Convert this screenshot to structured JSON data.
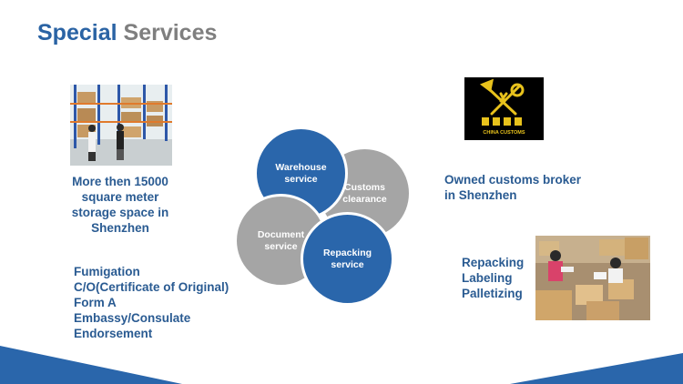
{
  "title": {
    "part1": "Special",
    "part2": "Services"
  },
  "left": {
    "storage_caption": [
      "More then 15000",
      "square meter",
      "storage space in",
      "Shenzhen"
    ],
    "service_list": [
      "Fumigation",
      "C/O(Certificate of Original)",
      "Form A",
      "Embassy/Consulate",
      "Endorsement"
    ]
  },
  "center": {
    "circles": [
      {
        "line1": "Warehouse",
        "line2": "service",
        "color": "#2a66ab"
      },
      {
        "line1": "Customs",
        "line2": "clearance",
        "color": "#a5a5a5"
      },
      {
        "line1": "Document",
        "line2": "service",
        "color": "#a5a5a5"
      },
      {
        "line1": "Repacking",
        "line2": "service",
        "color": "#2a66ab"
      }
    ]
  },
  "right": {
    "customs_logo_text": "CHINA CUSTOMS",
    "broker_caption": [
      "Owned customs broker",
      "in Shenzhen"
    ],
    "repack_list": [
      "Repacking",
      "Labeling",
      "Palletizing"
    ]
  },
  "colors": {
    "title_blue": "#2a63a4",
    "title_gray": "#7f7f7f",
    "text_blue": "#2a5b92",
    "accent_blue": "#2a66ab",
    "gray": "#a5a5a5"
  }
}
